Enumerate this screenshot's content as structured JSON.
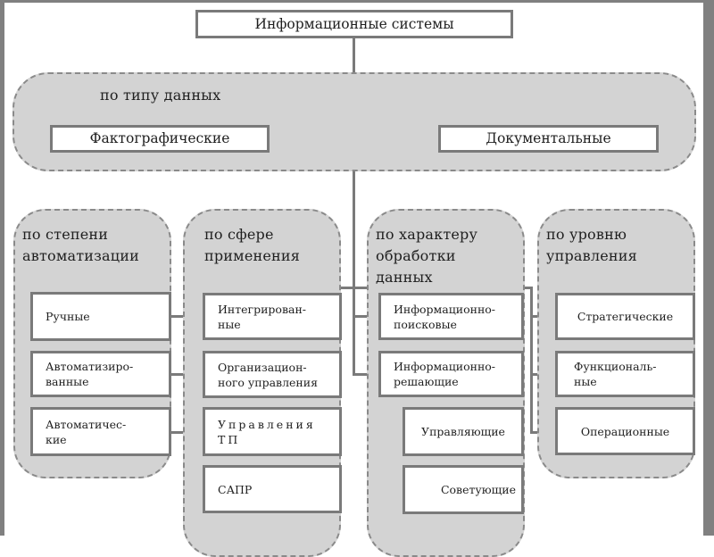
{
  "root": {
    "label": "Информационные системы"
  },
  "groups": {
    "data_type": {
      "title": "по типу данных",
      "items": [
        "Фактографические",
        "Документальные"
      ]
    },
    "automation": {
      "title": "по степени\nавтоматизации",
      "items": [
        "Ручные",
        "Автоматизиро-\nванные",
        "Автоматичес-\nкие"
      ]
    },
    "application": {
      "title": "по сфере\nприменения",
      "items": [
        "Интегрирован-\nные",
        "Организацион-\nного управления",
        "Управления\nТП",
        "САПР"
      ]
    },
    "processing": {
      "title": "по характеру\nобработки\nданных",
      "items": [
        "Информационно-\nпоисковые",
        "Информационно-\nрешающие"
      ],
      "subitems": [
        "Управляющие",
        "Советующие"
      ]
    },
    "management": {
      "title": "по уровню\nуправления",
      "items": [
        "Стратегические",
        "Функциональ-\nные",
        "Операционные"
      ]
    }
  },
  "colors": {
    "group_fill": "#d3d3d3",
    "group_border": "#8a8a8a",
    "box_fill": "#ffffff",
    "box_border": "#7a7a7a",
    "frame": "#808080"
  }
}
